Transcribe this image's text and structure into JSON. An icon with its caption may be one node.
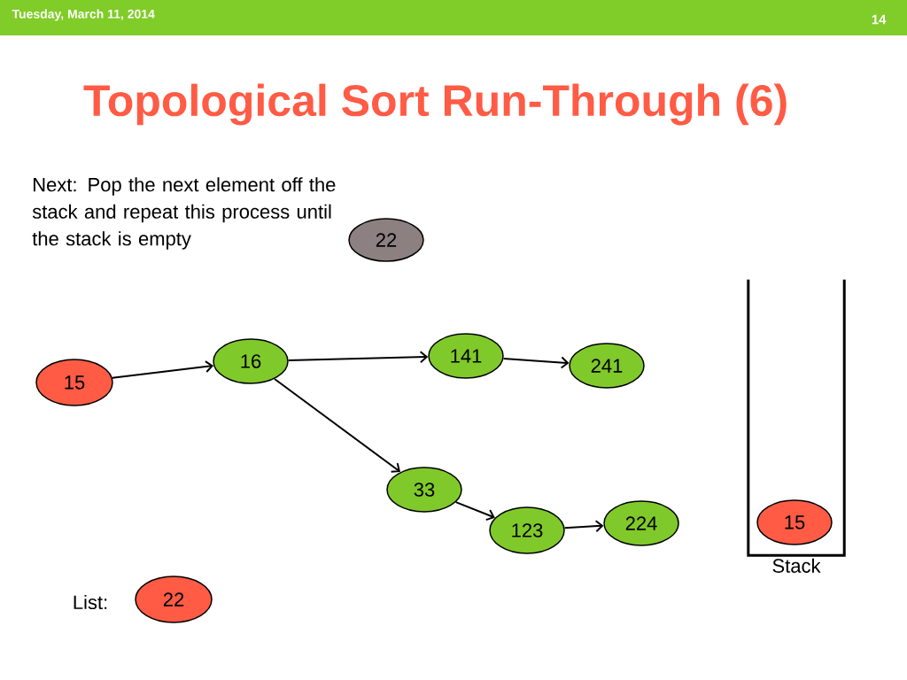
{
  "diagram": {
    "title": "Topological Sort Run-Through (6)",
    "nodes": [
      {
        "text": [
          "22"
        ]
      },
      {
        "text": [
          "15"
        ]
      },
      {
        "text": [
          "16"
        ]
      },
      {
        "text": [
          "141"
        ]
      },
      {
        "text": [
          "241"
        ]
      },
      {
        "text": [
          "33"
        ]
      },
      {
        "text": [
          "123"
        ]
      },
      {
        "text": [
          "224"
        ]
      },
      {
        "text": [
          "Stack"
        ]
      },
      {
        "text": [
          "15"
        ],
        "in": 8
      },
      {
        "text": [
          "22"
        ]
      }
    ],
    "edges": [
      {
        "from": 1,
        "to": 2,
        "arrow": "to"
      },
      {
        "from": 2,
        "to": 3,
        "arrow": "to"
      },
      {
        "from": 3,
        "to": 4,
        "arrow": "to"
      },
      {
        "from": 2,
        "to": 5,
        "arrow": "to"
      },
      {
        "from": 5,
        "to": 6,
        "arrow": "to"
      },
      {
        "from": 6,
        "to": 7,
        "arrow": "to"
      }
    ],
    "labels": [
      "Tuesday, March 11, 2014",
      "14",
      "Next: Pop the next element off the stack and repeat this process until the stack is empty",
      "List:"
    ]
  }
}
